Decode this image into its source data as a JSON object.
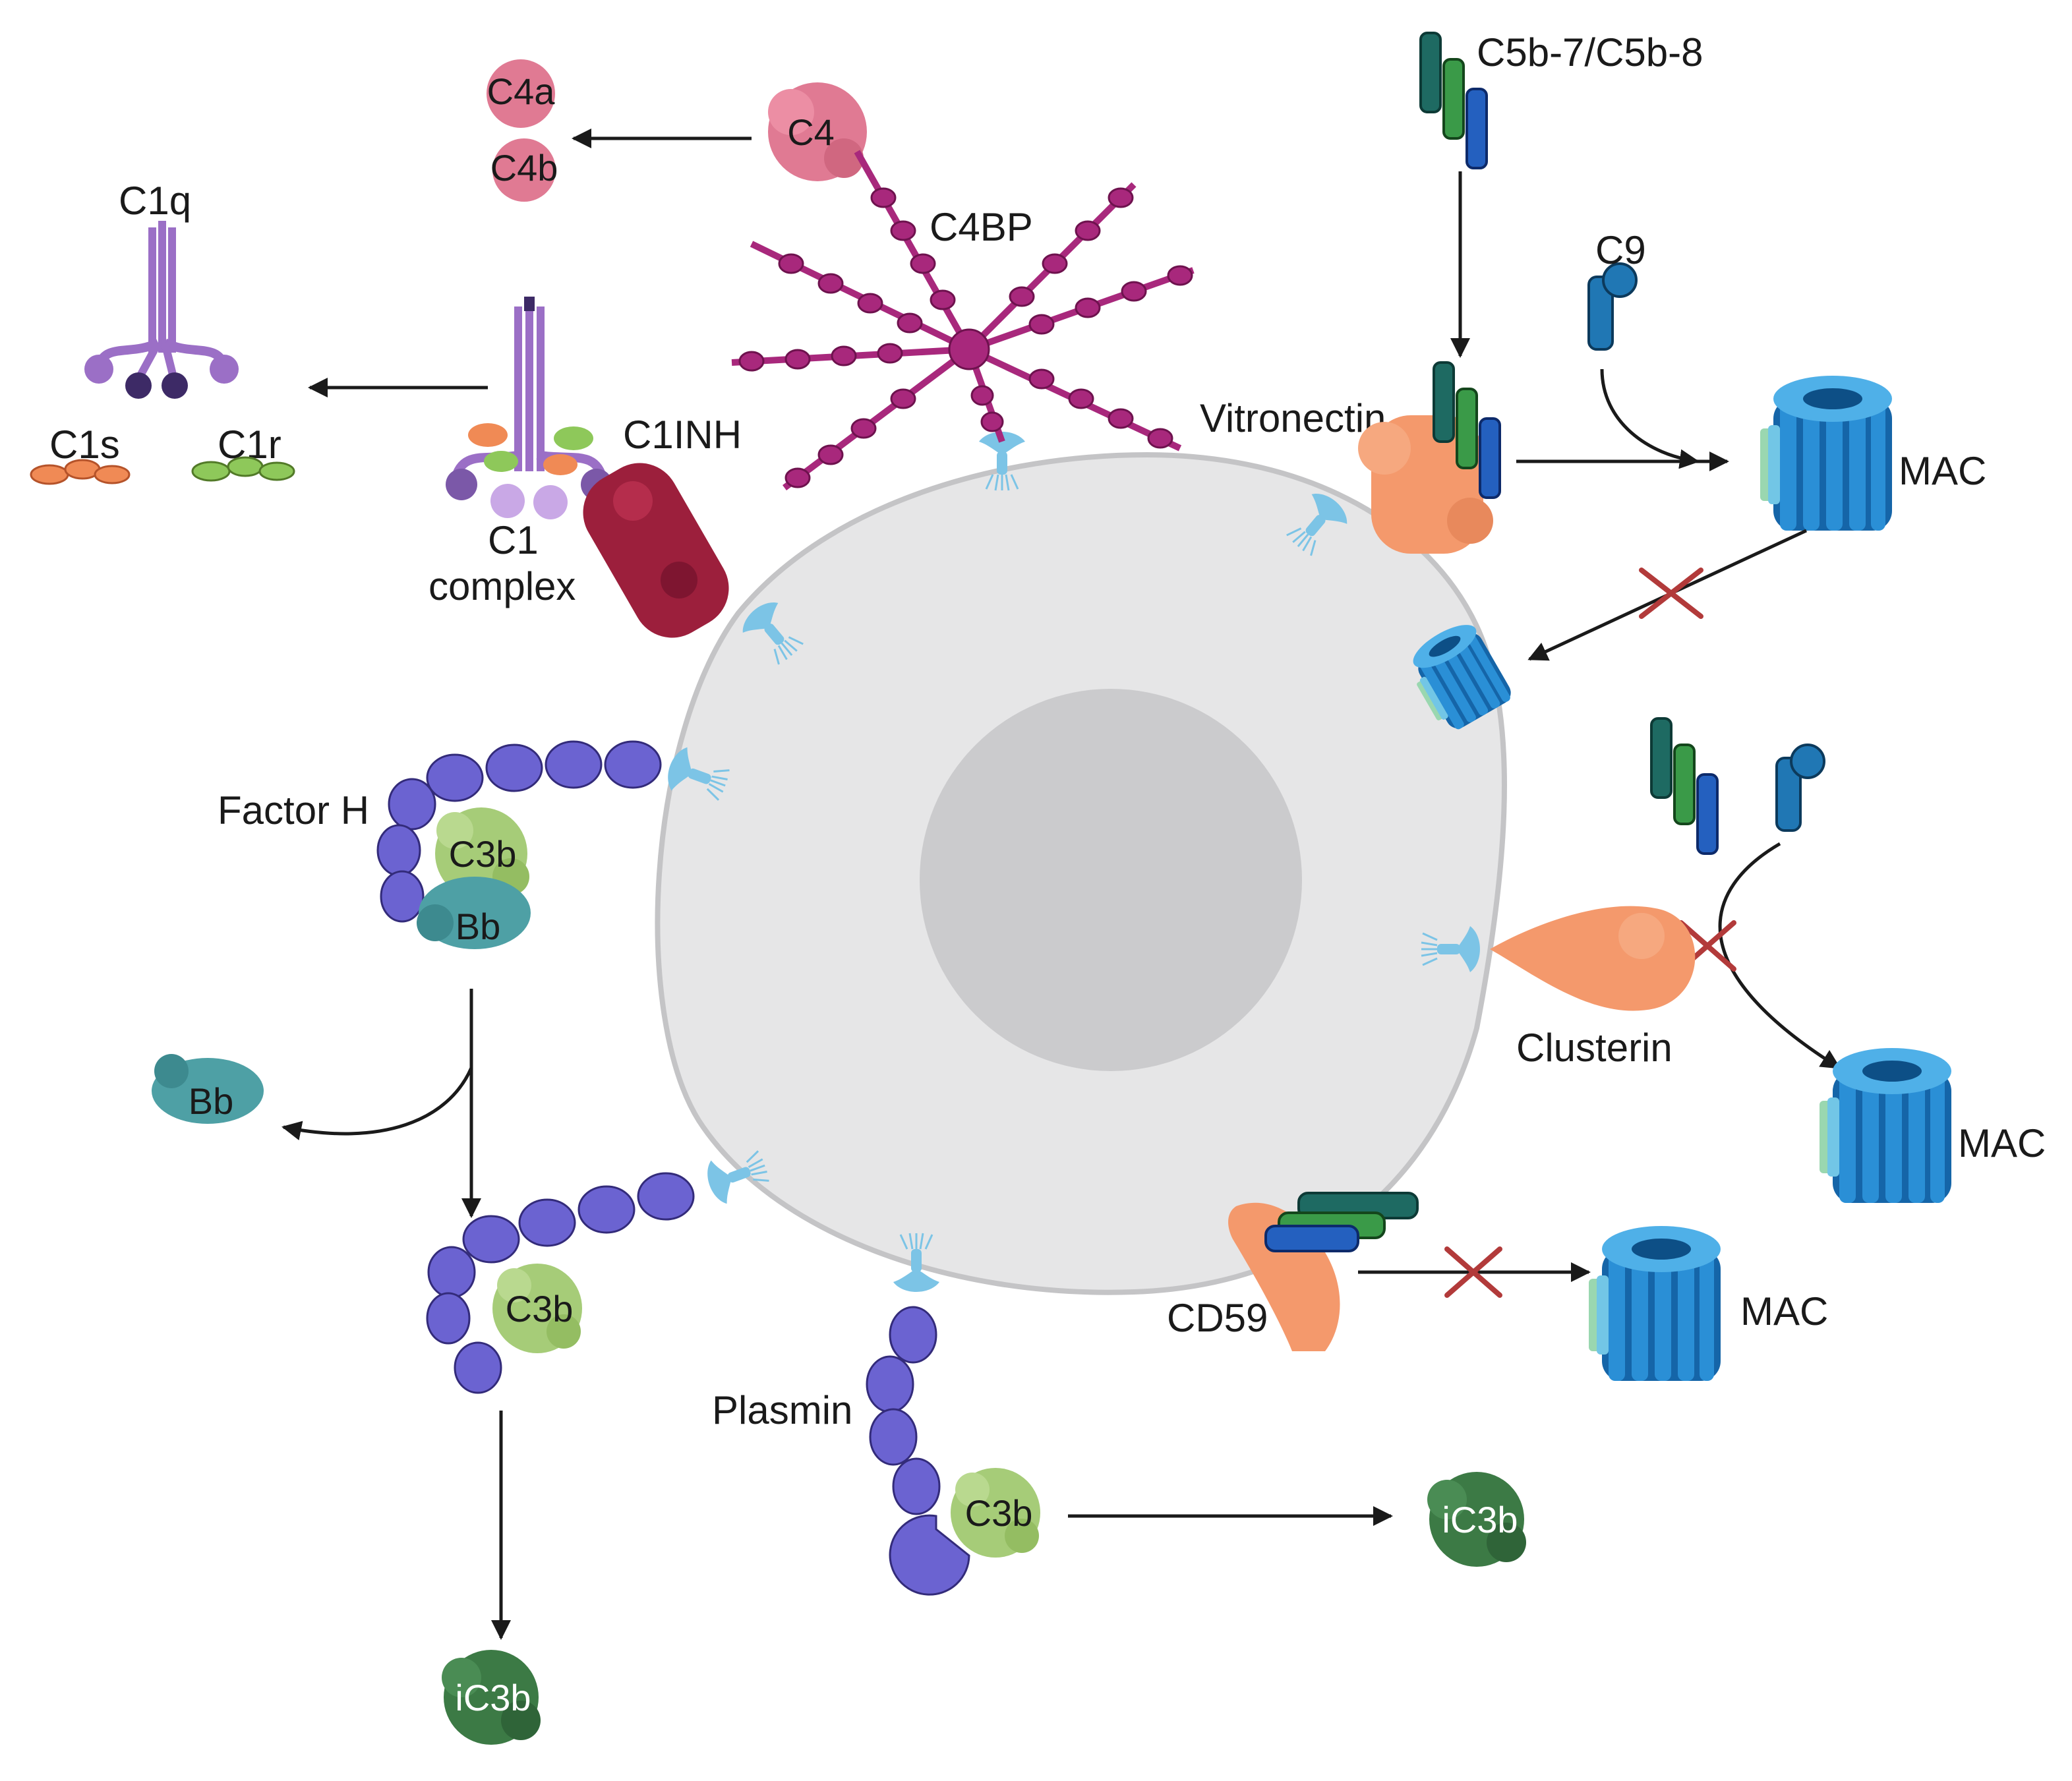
{
  "labels": {
    "c4": "C4",
    "c4a": "C4a",
    "c4b": "C4b",
    "c4bp": "C4BP",
    "c1q": "C1q",
    "c1s": "C1s",
    "c1r": "C1r",
    "c1_complex_line1": "C1",
    "c1_complex_line2": "complex",
    "c1inh": "C1INH",
    "c5b": "C5b-7/C5b-8",
    "c9": "C9",
    "vitronectin": "Vitronectin",
    "mac": "MAC",
    "factor_h": "Factor H",
    "c3b": "C3b",
    "bb": "Bb",
    "clusterin": "Clusterin",
    "cd59": "CD59",
    "plasmin": "Plasmin",
    "ic3b": "iC3b"
  },
  "colors": {
    "cell": "#e6e6e7",
    "nucleus": "#cbcbcd",
    "factor_h": "#6b63d1",
    "c4bp": "#a8287c",
    "c3b": "#a6cc78",
    "bb": "#4ea0a5",
    "ic3b": "#3c7a45",
    "inhibition": "#b23a3a",
    "mac": "#1f7cc0",
    "protein_orange": "#f4996c",
    "c1inh": "#9c1f3c",
    "c4": "#e07a93",
    "receptor": "#7cc4e6"
  },
  "icons": [
    "receptor-icon",
    "mac-pore-icon",
    "inhibition-x-icon",
    "arrow-icon"
  ]
}
